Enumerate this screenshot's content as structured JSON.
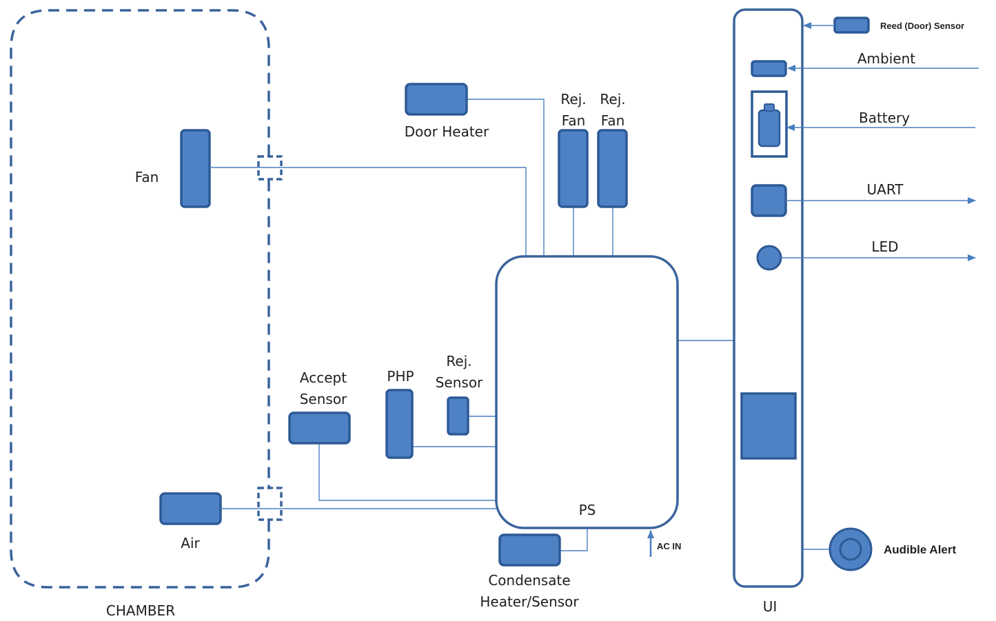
{
  "colors": {
    "component_fill": "#4f81c5",
    "component_stroke": "#2d5a96",
    "outline": "#3a639c",
    "wire": "#4a7fc1"
  },
  "chamber": {
    "label": "CHAMBER",
    "components": {
      "fan": "Fan",
      "air": "Air"
    }
  },
  "components": {
    "door_heater": "Door Heater",
    "rej_fan_1": [
      "Rej.",
      "Fan"
    ],
    "rej_fan_2": [
      "Rej.",
      "Fan"
    ],
    "accept_sensor": [
      "Accept",
      "Sensor"
    ],
    "php": "PHP",
    "rej_sensor": [
      "Rej.",
      "Sensor"
    ],
    "ps": "PS",
    "condensate": [
      "Condensate",
      "Heater/Sensor"
    ],
    "ac_in": "AC IN"
  },
  "ui": {
    "label": "UI",
    "signals": {
      "reed": "Reed (Door) Sensor",
      "ambient": "Ambient",
      "battery": "Battery",
      "uart": "UART",
      "led": "LED",
      "audible": "Audible Alert"
    }
  }
}
